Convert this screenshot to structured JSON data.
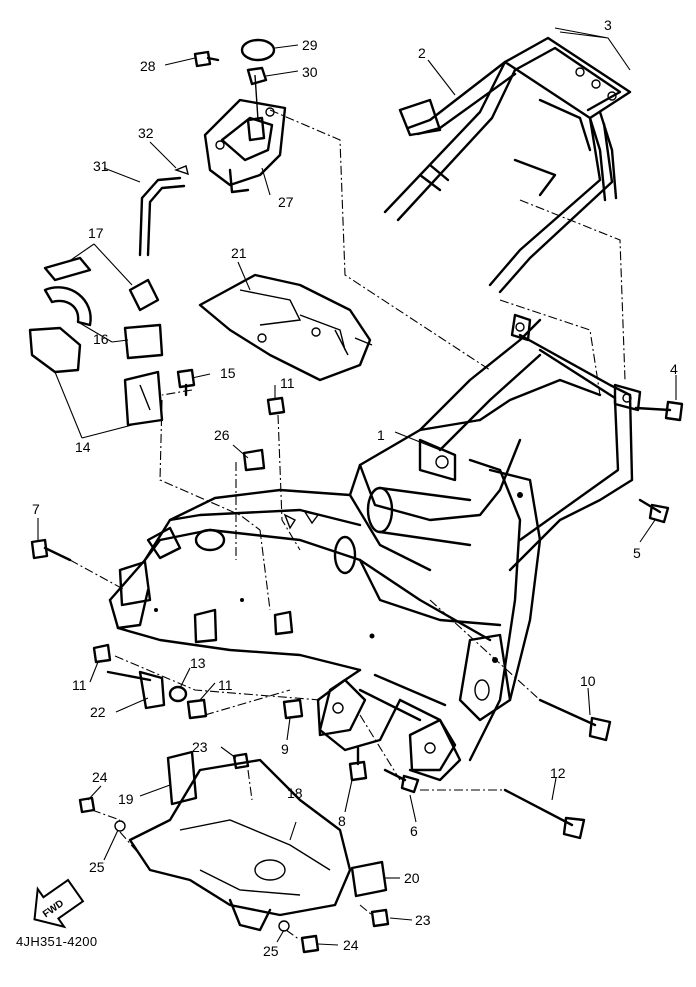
{
  "catalog_code": "4JH351-4200",
  "direction_badge": "FWD",
  "callouts": [
    "1",
    "2",
    "3",
    "4",
    "5",
    "6",
    "7",
    "8",
    "9",
    "10",
    "11",
    "11",
    "11",
    "12",
    "13",
    "14",
    "15",
    "16",
    "17",
    "18",
    "19",
    "20",
    "21",
    "22",
    "23",
    "23",
    "24",
    "24",
    "25",
    "25",
    "26",
    "27",
    "28",
    "29",
    "30",
    "31",
    "32"
  ]
}
